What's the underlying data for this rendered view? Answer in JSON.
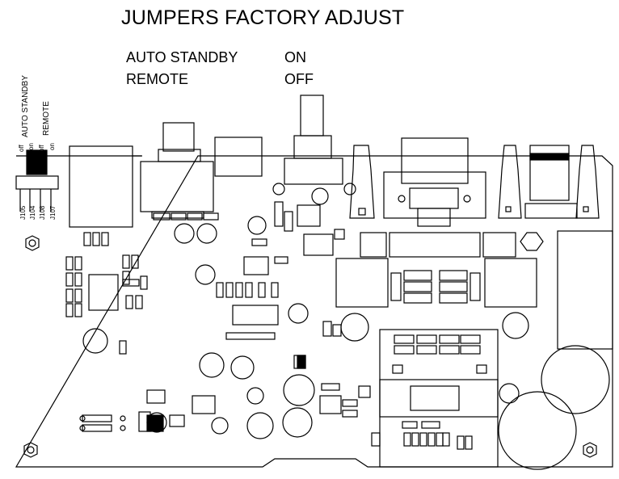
{
  "title": "JUMPERS FACTORY ADJUST",
  "settings": [
    {
      "label": "AUTO STANDBY",
      "value": "ON"
    },
    {
      "label": "REMOTE",
      "value": "OFF"
    }
  ],
  "jumper_group_labels": [
    "AUTO STANDBY",
    "REMOTE"
  ],
  "jumper_state_labels": [
    "off",
    "on",
    "off",
    "on"
  ],
  "jumper_ids": [
    "J105",
    "J104",
    "J108",
    "J107"
  ]
}
